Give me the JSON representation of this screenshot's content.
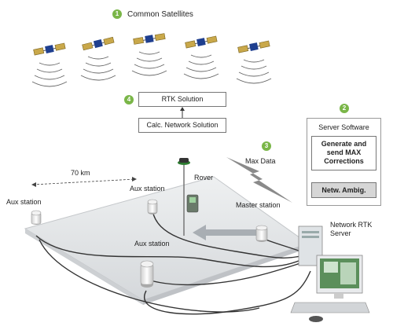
{
  "steps": {
    "s1": {
      "number": "1",
      "label": "Common Satellites"
    },
    "s2": {
      "number": "2"
    },
    "s3": {
      "number": "3",
      "label": "Max Data"
    },
    "s4": {
      "number": "4"
    }
  },
  "rtk_boxes": {
    "solution": "RTK Solution",
    "calc": "Calc. Network Solution"
  },
  "server_software": {
    "title": "Server Software",
    "generate": "Generate and send MAX Corrections",
    "ambig": "Netw. Ambig."
  },
  "field": {
    "distance": "70 km",
    "aux_left": "Aux station",
    "aux_mid": "Aux station",
    "aux_front": "Aux station",
    "rover": "Rover",
    "master": "Master station",
    "server": "Network RTK Server"
  },
  "colors": {
    "accent_green": "#7ab648",
    "platform": "#e2e4e6",
    "cable": "#333333",
    "satellite_panel": "#c9a84a",
    "satellite_body": "#1f3f8f"
  }
}
